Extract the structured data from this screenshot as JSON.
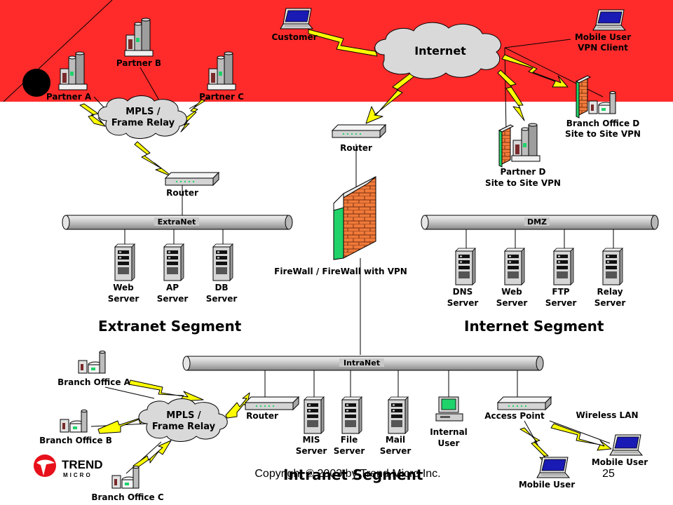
{
  "colors": {
    "red_band": "#ff2a2a",
    "bolt": "#ffff00",
    "cloud": "#d8d8d8",
    "pipe": "#c0c0c0",
    "brick": "#f08040",
    "green": "#1fd36a"
  },
  "zones": {
    "internet_cloud": "Internet"
  },
  "clouds": {
    "mpls_top": [
      "MPLS /",
      "Frame Relay"
    ],
    "mpls_bottom": [
      "MPLS /",
      "Frame Relay"
    ]
  },
  "nodes": {
    "customer": [
      "Customer"
    ],
    "mobile_vpn": [
      "Mobile User",
      "VPN Client"
    ],
    "partner_a": [
      "Partner A"
    ],
    "partner_b": [
      "Partner B"
    ],
    "partner_c": [
      "Partner C"
    ],
    "branch_d": [
      "Branch Office D",
      "Site to Site VPN"
    ],
    "partner_d": [
      "Partner D",
      "Site to Site VPN"
    ],
    "router_top": [
      "Router"
    ],
    "router_extranet": [
      "Router"
    ],
    "firewall": [
      "FireWall / FireWall with VPN"
    ],
    "web_ext": [
      "Web",
      "Server"
    ],
    "ap_ext": [
      "AP",
      "Server"
    ],
    "db_ext": [
      "DB",
      "Server"
    ],
    "dns": [
      "DNS",
      "Server"
    ],
    "web_dmz": [
      "Web",
      "Server"
    ],
    "ftp": [
      "FTP",
      "Server"
    ],
    "relay": [
      "Relay",
      "Server"
    ],
    "branch_a": [
      "Branch Office A"
    ],
    "branch_b": [
      "Branch Office B"
    ],
    "branch_c": [
      "Branch Office C"
    ],
    "router_intra": [
      "Router"
    ],
    "mis": [
      "MIS",
      "Server"
    ],
    "file": [
      "File",
      "Server"
    ],
    "mail": [
      "Mail",
      "Server"
    ],
    "internal_user": [
      "Internal",
      "User"
    ],
    "access_point": [
      "Access Point"
    ],
    "wireless_lan": [
      "Wireless LAN"
    ],
    "mobile_user_right": [
      "Mobile User"
    ],
    "mobile_user_bottom": [
      "Mobile User"
    ]
  },
  "networks": {
    "extranet": "ExtraNet",
    "dmz": "DMZ",
    "intranet": "IntraNet"
  },
  "segments": {
    "extranet": "Extranet Segment",
    "internet": "Internet Segment",
    "intranet": "Intranet Segment"
  },
  "footer": {
    "copyright": "Copyright © 2003 by Trend Micro Inc.",
    "page_number": "25"
  },
  "logo": {
    "line1": "TREND",
    "line2": "MICRO"
  }
}
